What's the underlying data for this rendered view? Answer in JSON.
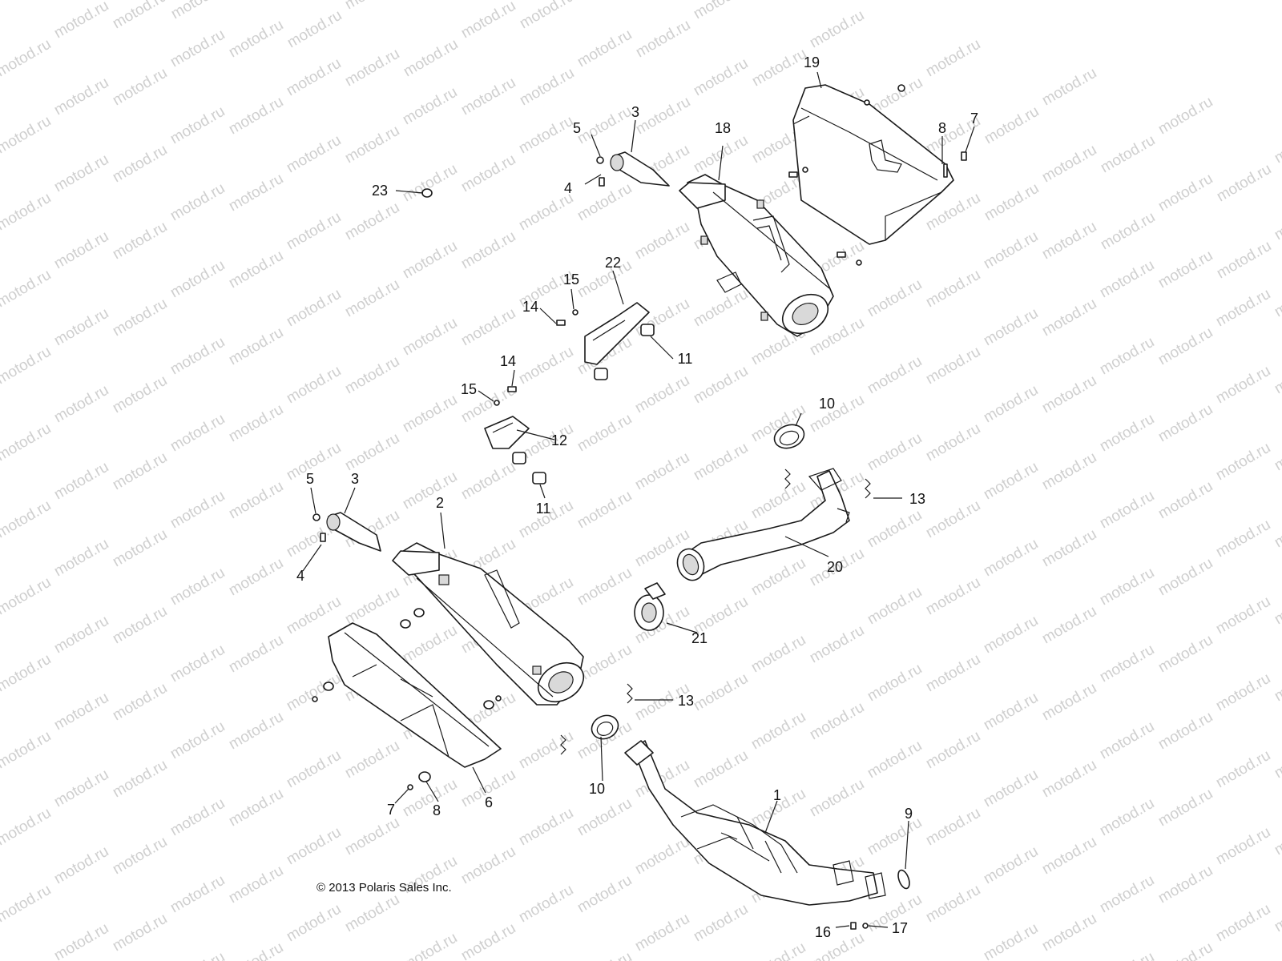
{
  "watermark_text": "motod.ru",
  "copyright": "© 2013 Polaris Sales Inc.",
  "callouts": [
    {
      "id": "c19",
      "label": "19"
    },
    {
      "id": "c18",
      "label": "18"
    },
    {
      "id": "c8a",
      "label": "8"
    },
    {
      "id": "c7a",
      "label": "7"
    },
    {
      "id": "c5a",
      "label": "5"
    },
    {
      "id": "c3a",
      "label": "3"
    },
    {
      "id": "c23",
      "label": "23"
    },
    {
      "id": "c4a",
      "label": "4"
    },
    {
      "id": "c22",
      "label": "22"
    },
    {
      "id": "c15a",
      "label": "15"
    },
    {
      "id": "c14a",
      "label": "14"
    },
    {
      "id": "c11a",
      "label": "11"
    },
    {
      "id": "c14b",
      "label": "14"
    },
    {
      "id": "c15b",
      "label": "15"
    },
    {
      "id": "c12",
      "label": "12"
    },
    {
      "id": "c10a",
      "label": "10"
    },
    {
      "id": "c13a",
      "label": "13"
    },
    {
      "id": "c11b",
      "label": "11"
    },
    {
      "id": "c5b",
      "label": "5"
    },
    {
      "id": "c3b",
      "label": "3"
    },
    {
      "id": "c2",
      "label": "2"
    },
    {
      "id": "c4b",
      "label": "4"
    },
    {
      "id": "c20",
      "label": "20"
    },
    {
      "id": "c21",
      "label": "21"
    },
    {
      "id": "c13b",
      "label": "13"
    },
    {
      "id": "c10b",
      "label": "10"
    },
    {
      "id": "c6",
      "label": "6"
    },
    {
      "id": "c7b",
      "label": "7"
    },
    {
      "id": "c8b",
      "label": "8"
    },
    {
      "id": "c1",
      "label": "1"
    },
    {
      "id": "c9",
      "label": "9"
    },
    {
      "id": "c16",
      "label": "16"
    },
    {
      "id": "c17",
      "label": "17"
    }
  ]
}
